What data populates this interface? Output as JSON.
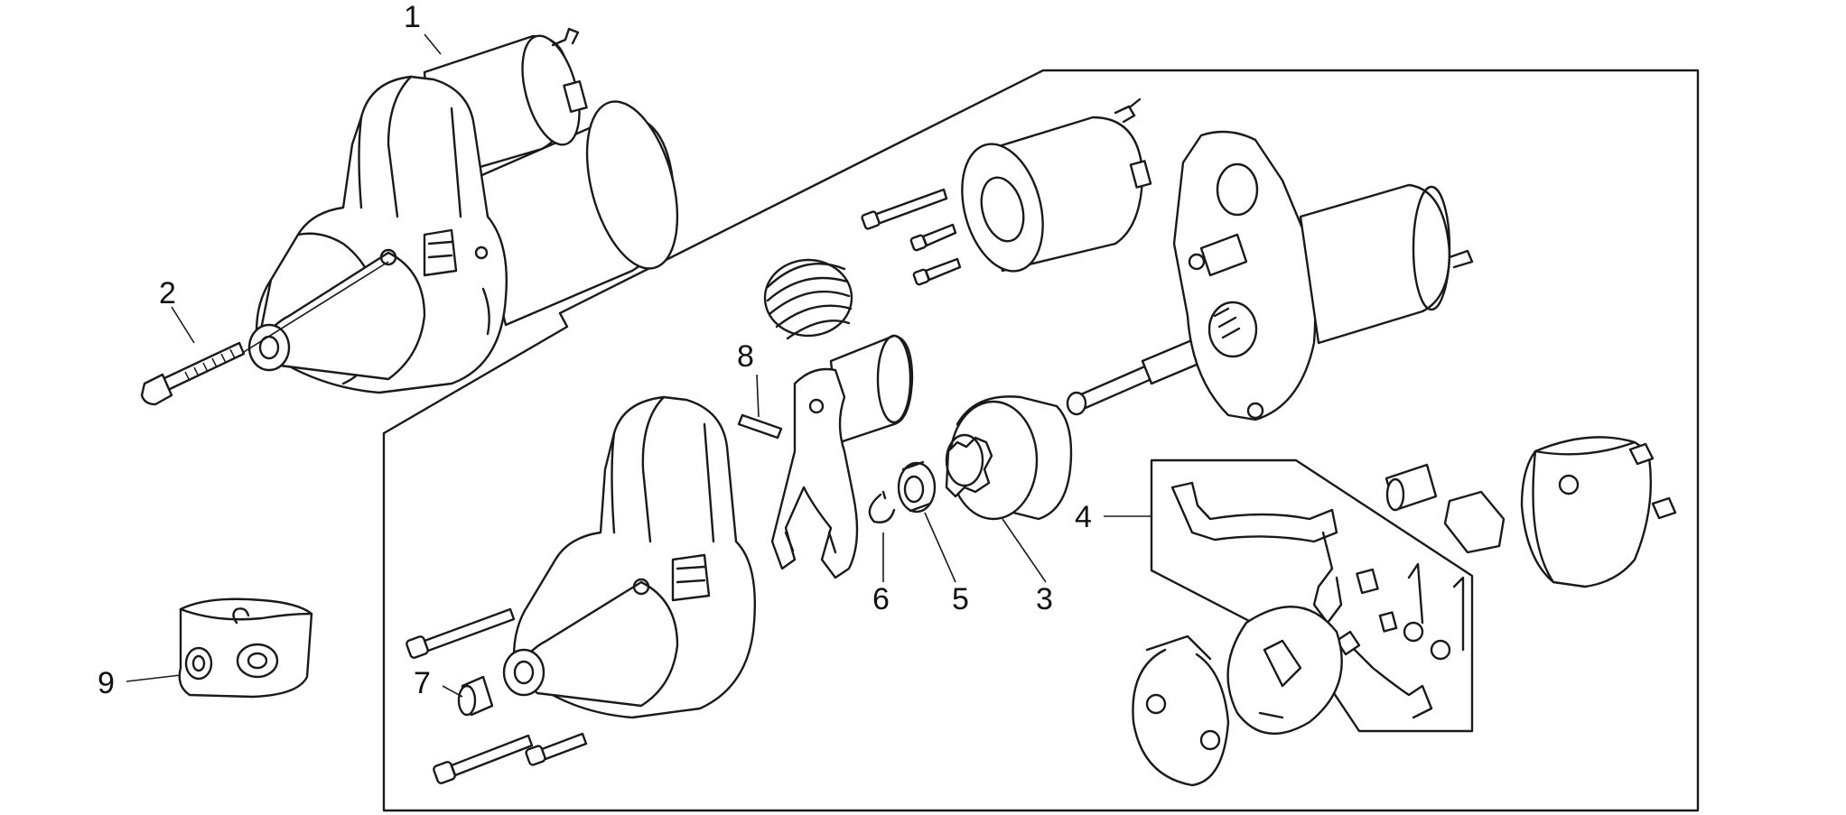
{
  "colors": {
    "ink": "#1a1a1a",
    "background": "#ffffff"
  },
  "callouts": [
    {
      "id": "1",
      "label": "1"
    },
    {
      "id": "2",
      "label": "2"
    },
    {
      "id": "3",
      "label": "3"
    },
    {
      "id": "4",
      "label": "4"
    },
    {
      "id": "5",
      "label": "5"
    },
    {
      "id": "6",
      "label": "6"
    },
    {
      "id": "7",
      "label": "7"
    },
    {
      "id": "8",
      "label": "8"
    },
    {
      "id": "9",
      "label": "9"
    }
  ]
}
